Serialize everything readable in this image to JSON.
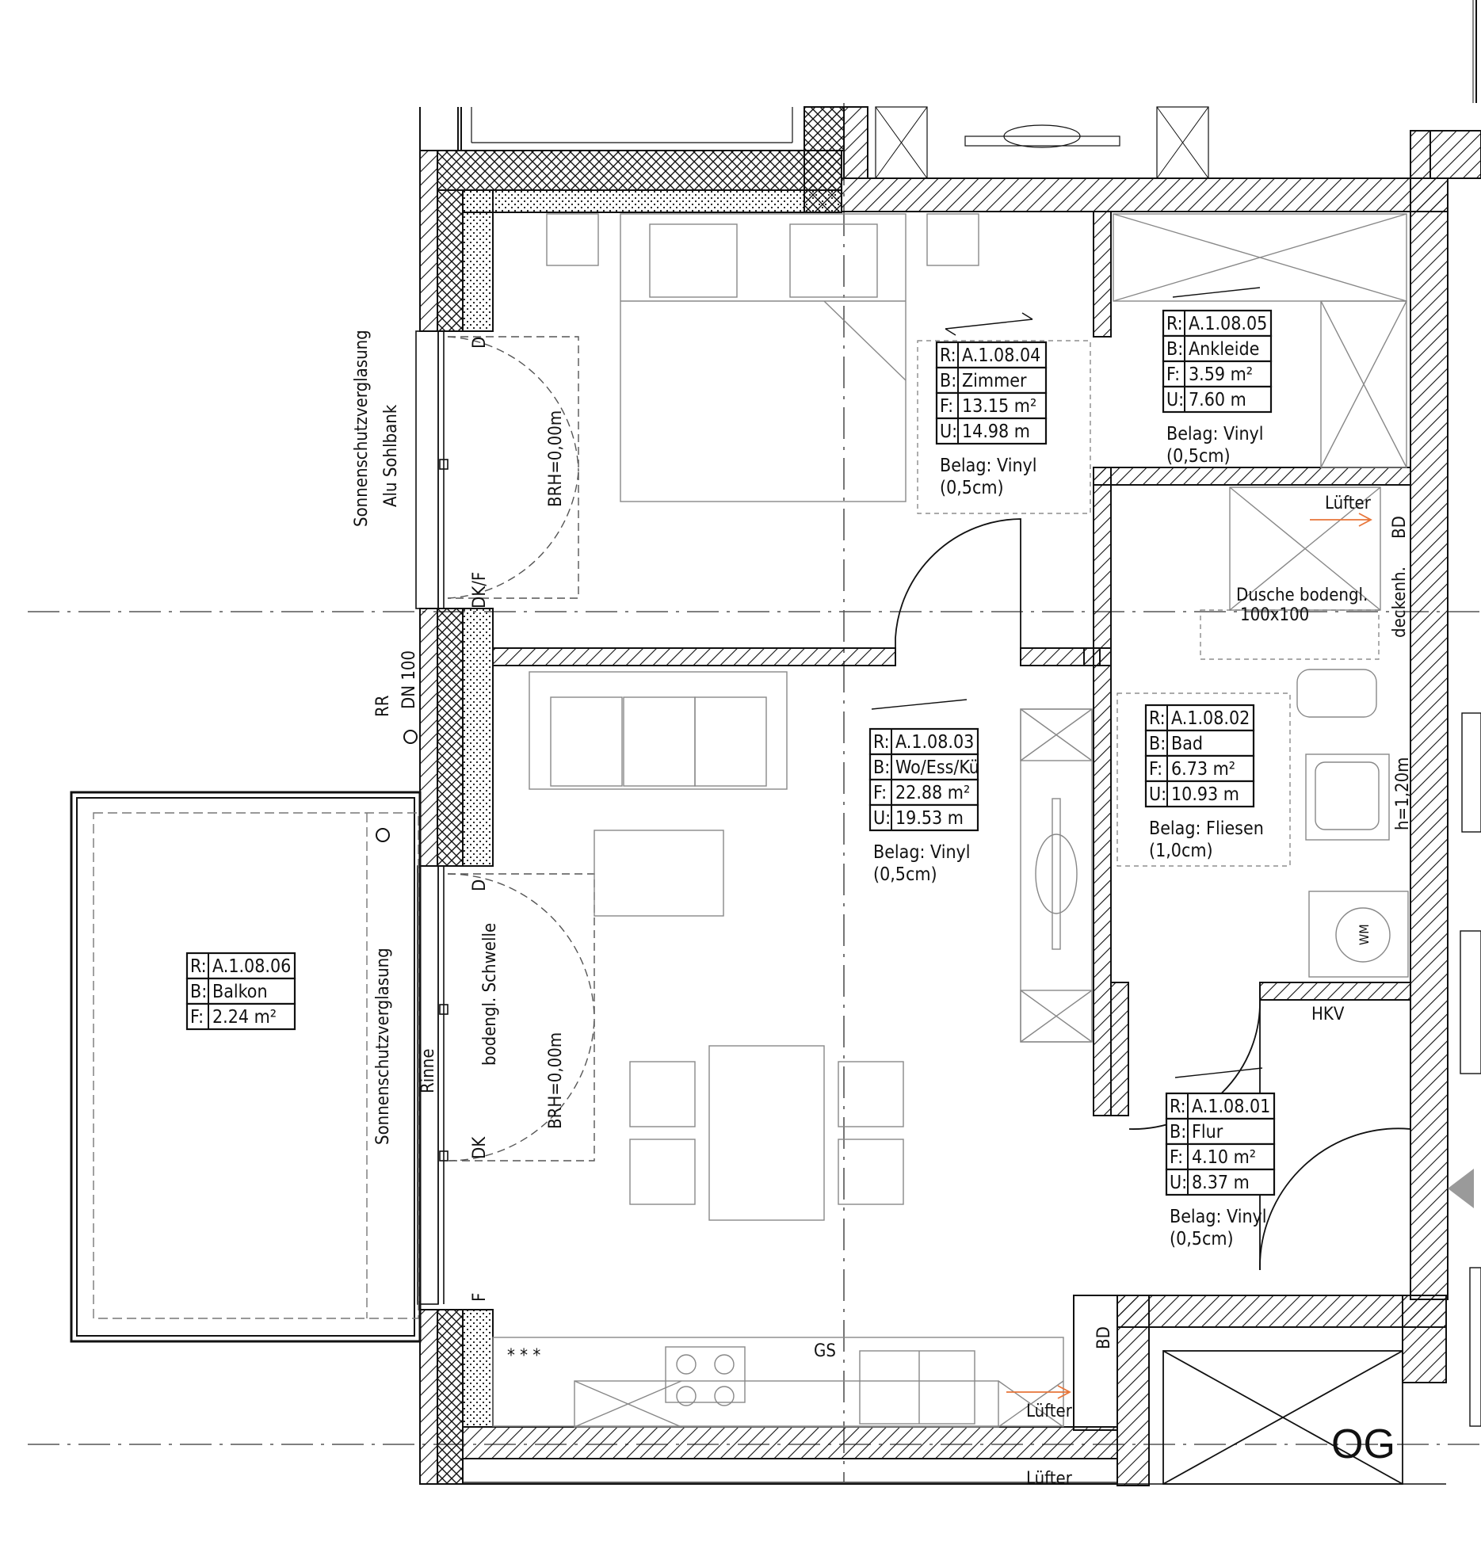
{
  "floor_label": "OG",
  "rooms": [
    {
      "id": "A.1.08.04",
      "name": "Zimmer",
      "area": "13.15",
      "perimeter": "14.98",
      "belag": "Belag:  Vinyl",
      "belag_detail": "(0,5cm)"
    },
    {
      "id": "A.1.08.05",
      "name": "Ankleide",
      "area": "3.59",
      "perimeter": "7.60",
      "belag": "Belag:  Vinyl",
      "belag_detail": "(0,5cm)"
    },
    {
      "id": "A.1.08.03",
      "name": "Wo/Ess/Kü",
      "area": "22.88",
      "perimeter": "19.53",
      "belag": "Belag:  Vinyl",
      "belag_detail": "(0,5cm)"
    },
    {
      "id": "A.1.08.02",
      "name": "Bad",
      "area": "6.73",
      "perimeter": "10.93",
      "belag": "Belag:  Fliesen",
      "belag_detail": "(1,0cm)"
    },
    {
      "id": "A.1.08.01",
      "name": "Flur",
      "area": "4.10",
      "perimeter": "8.37",
      "belag": "Belag:  Vinyl",
      "belag_detail": "(0,5cm)"
    },
    {
      "id": "A.1.08.06",
      "name": "Balkon",
      "area": "2.24",
      "perimeter": "",
      "belag": "",
      "belag_detail": ""
    }
  ],
  "stamp_prefixes": {
    "room": "R:",
    "name": "B:",
    "area": "F:",
    "perimeter": "U:"
  },
  "units": {
    "area": "m²",
    "perimeter": "m"
  },
  "annotations": {
    "sonnenschutz_1": "Sonnenschutzverglasung",
    "alu_sohlbank": "Alu  Sohlbank",
    "sonnenschutz_2": "Sonnenschutzverglasung",
    "rinne": "Rinne",
    "rr": "RR",
    "dn100": "DN  100",
    "brh_1": "BRH=0,00m",
    "brh_2": "BRH=0,00m",
    "d_1": "D",
    "dkf": "DK/F",
    "d_2": "D",
    "dk": "DK",
    "f": "F",
    "bodengl_schwelle": "bodengl.  Schwelle",
    "dusche": "Dusche  bodengl.",
    "dusche_size": "100x100",
    "luefter_bad": "Lüfter",
    "bd_bad": "BD",
    "deckenh": "deckenh.",
    "h120": "h=1,20m",
    "wm": "WM",
    "hkv": "HKV",
    "gs": "GS",
    "stars": "* * *",
    "luefter_kitchen": "Lüfter",
    "bd_kitchen": "BD",
    "luefter_below": "Lüfter"
  },
  "colors": {
    "line": "#111111",
    "arrow": "#e8763a",
    "furniture": "#888888",
    "dash": "#777777"
  }
}
